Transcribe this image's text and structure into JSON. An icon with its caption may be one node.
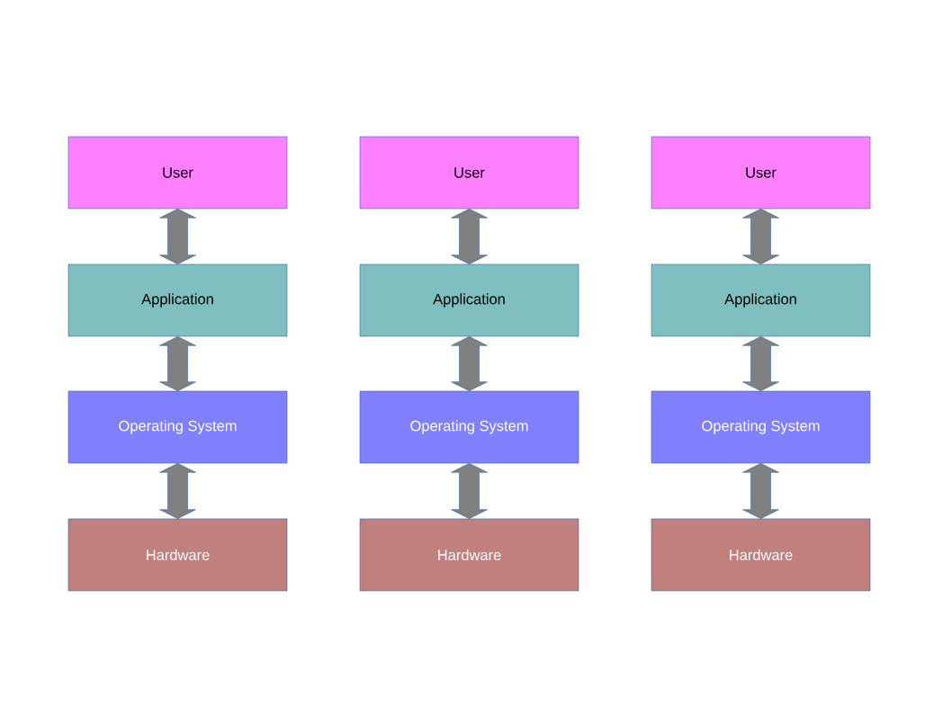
{
  "diagram": {
    "nodes": [
      {
        "text": [
          "User"
        ]
      },
      {
        "text": [
          "Application"
        ]
      },
      {
        "text": [
          "Operating System"
        ]
      },
      {
        "text": [
          "Hardware"
        ]
      },
      {
        "text": [
          "User"
        ]
      },
      {
        "text": [
          "Application"
        ]
      },
      {
        "text": [
          "Operating System"
        ]
      },
      {
        "text": [
          "Hardware"
        ]
      },
      {
        "text": [
          "User"
        ]
      },
      {
        "text": [
          "Application"
        ]
      },
      {
        "text": [
          "Operating System"
        ]
      },
      {
        "text": [
          "Hardware"
        ]
      }
    ],
    "edges": [
      {
        "from": 0,
        "to": 1,
        "arrow": "both"
      },
      {
        "from": 1,
        "to": 2,
        "arrow": "both"
      },
      {
        "from": 2,
        "to": 3,
        "arrow": "both"
      },
      {
        "from": 4,
        "to": 5,
        "arrow": "both"
      },
      {
        "from": 5,
        "to": 6,
        "arrow": "both"
      },
      {
        "from": 6,
        "to": 7,
        "arrow": "both"
      },
      {
        "from": 8,
        "to": 9,
        "arrow": "both"
      },
      {
        "from": 9,
        "to": 10,
        "arrow": "both"
      },
      {
        "from": 10,
        "to": 11,
        "arrow": "both"
      }
    ]
  }
}
